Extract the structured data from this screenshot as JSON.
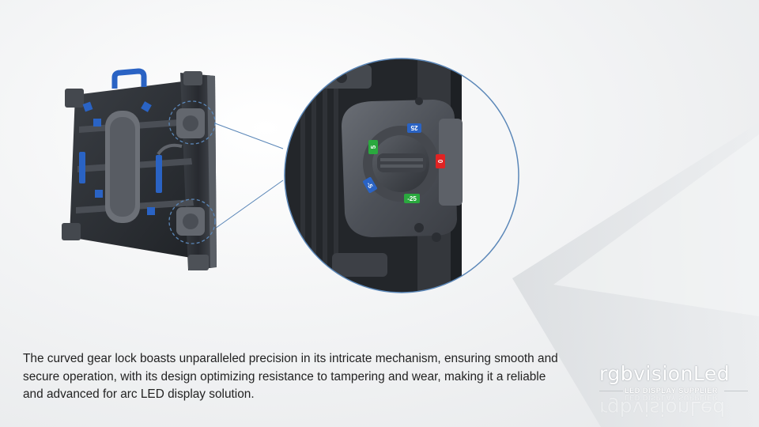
{
  "caption": {
    "text": "The curved gear lock boasts unparalleled precision in its intricate mechanism, ensuring smooth and secure operation, with its design optimizing resistance to tampering and wear, making it a reliable and advanced for arc LED display solution."
  },
  "logo": {
    "name": "rgbvisionLed",
    "tagline": "LED DISPLAY SUPPLIER"
  },
  "lock_dial": {
    "labels": [
      "25",
      "5",
      "0",
      "-5",
      "-25"
    ]
  },
  "colors": {
    "accent_blue": "#2a63c4",
    "circle_outline": "#5b87b8",
    "dial_green": "#2aa93e",
    "dial_red": "#e02323",
    "cabinet_dark": "#2b2e33"
  }
}
